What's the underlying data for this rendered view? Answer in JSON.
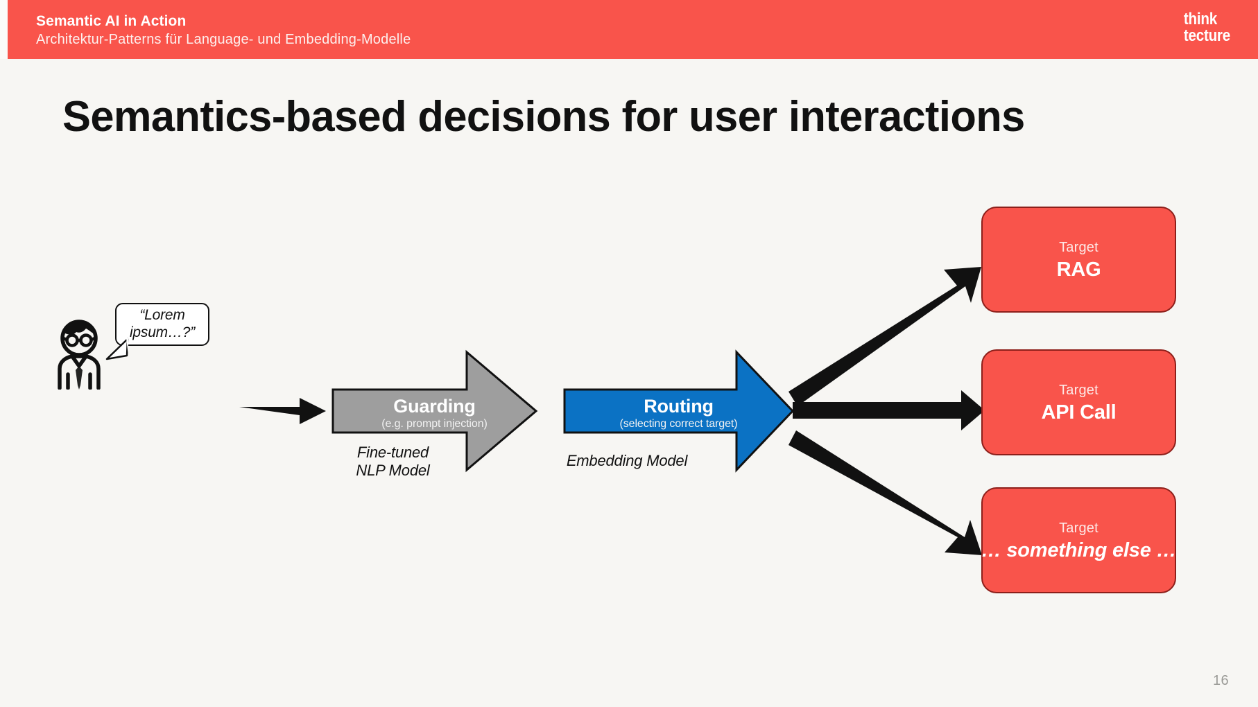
{
  "header": {
    "title": "Semantic AI in Action",
    "subtitle": "Architektur-Patterns für Language- und Embedding-Modelle",
    "logo_line1": "think",
    "logo_line2": "tecture",
    "background_color": "#f9544b"
  },
  "slide": {
    "title": "Semantics-based decisions for user interactions",
    "page_number": "16",
    "background_color": "#f7f6f3"
  },
  "diagram": {
    "user": {
      "icon": "person-with-glasses-icon",
      "speech_bubble": "“Lorem ipsum…?”"
    },
    "stages": [
      {
        "id": "guarding",
        "title": "Guarding",
        "subtitle": "(e.g. prompt injection)",
        "caption_line1": "Fine-tuned",
        "caption_line2": "NLP Model",
        "color": "#9e9e9e"
      },
      {
        "id": "routing",
        "title": "Routing",
        "subtitle": "(selecting correct target)",
        "caption_line1": "Embedding Model",
        "caption_line2": "",
        "color": "#0b72c4"
      }
    ],
    "targets": [
      {
        "kicker": "Target",
        "name": "RAG",
        "italic": false,
        "color": "#f9544b"
      },
      {
        "kicker": "Target",
        "name": "API Call",
        "italic": false,
        "color": "#f9544b"
      },
      {
        "kicker": "Target",
        "name": "… something else …",
        "italic": true,
        "color": "#f9544b"
      }
    ]
  }
}
